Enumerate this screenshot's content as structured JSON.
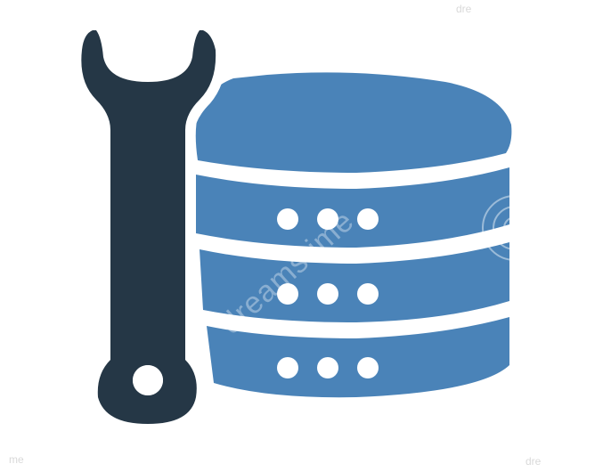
{
  "illustration": {
    "subject": "database-maintenance-icon",
    "colors": {
      "background": "#ffffff",
      "wrench": "#253746",
      "database": "#4a83b8",
      "dots": "#ffffff",
      "separator": "#ffffff"
    },
    "icons": [
      "wrench-icon",
      "database-icon"
    ],
    "database_tiers": 3,
    "dots_per_tier": 3
  },
  "watermark": {
    "center_text": "dreamstime",
    "corner_text_top_right": "dre",
    "corner_text_bottom_left": "me",
    "corner_text_bottom_right": "dre"
  }
}
